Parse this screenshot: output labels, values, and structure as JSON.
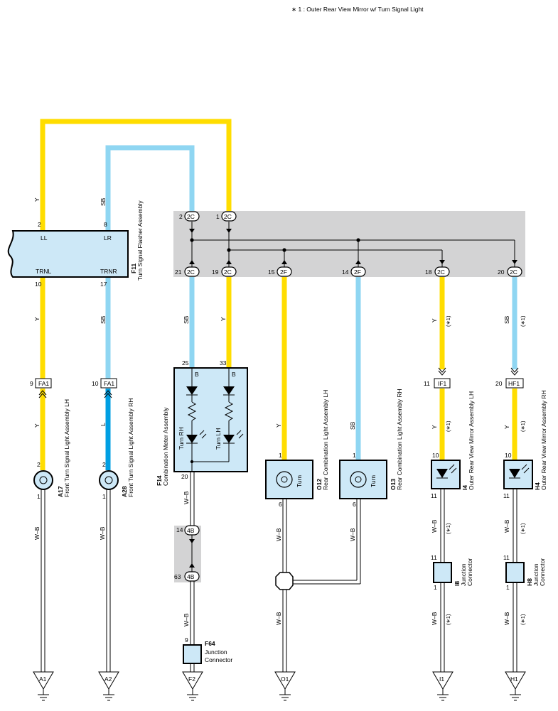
{
  "footnote": "∗ 1 : Outer Rear View Mirror w/ Turn Signal Light",
  "flasher": {
    "code": "F11",
    "name": "Turn Signal Flasher Assembly",
    "pin_ll_num": "2",
    "pin_ll": "LL",
    "pin_lr_num": "8",
    "pin_lr": "LR",
    "pin_trnl_num": "10",
    "pin_trnl": "TRNL",
    "pin_trnr_num": "17",
    "pin_trnr": "TRNR"
  },
  "wire_labels": {
    "y": "Y",
    "sb": "SB",
    "l": "L",
    "wb": "W–B",
    "star1": "(∗1)"
  },
  "junction_block_top": [
    {
      "pin": "2",
      "conn": "2C"
    },
    {
      "pin": "1",
      "conn": "2C"
    }
  ],
  "junction_block_bottom": [
    {
      "pin": "21",
      "conn": "2C"
    },
    {
      "pin": "19",
      "conn": "2C"
    },
    {
      "pin": "15",
      "conn": "2F"
    },
    {
      "pin": "14",
      "conn": "2F"
    },
    {
      "pin": "18",
      "conn": "2C"
    },
    {
      "pin": "20",
      "conn": "2C"
    }
  ],
  "connectors": {
    "fa1_lh": {
      "pin": "9",
      "label": "FA1"
    },
    "fa1_rh": {
      "pin": "10",
      "label": "FA1"
    },
    "if1": {
      "pin": "11",
      "label": "IF1"
    },
    "hf1": {
      "pin": "20",
      "label": "HF1"
    }
  },
  "lamps": {
    "a17": {
      "code": "A17",
      "name": "Front Turn Signal Light Assembly LH",
      "pin_top": "2",
      "pin_bottom": "1"
    },
    "a28": {
      "code": "A28",
      "name": "Front Turn Signal Light Assembly RH",
      "pin_top": "2",
      "pin_bottom": "1"
    },
    "o12": {
      "code": "O12",
      "name": "Rear Combination Light Assembly LH",
      "pin_top": "1",
      "pin_bottom": "6",
      "inner": "Turn"
    },
    "o13": {
      "code": "O13",
      "name": "Rear Combination Light Assembly RH",
      "pin_top": "1",
      "pin_bottom": "6",
      "inner": "Turn"
    },
    "i4": {
      "code": "I4",
      "name": "Outer Rear View Mirror Assembly LH",
      "pin_top": "10",
      "pin_bottom": "11"
    },
    "h4": {
      "code": "H4",
      "name": "Outer Rear View Mirror Assembly RH",
      "pin_top": "10",
      "pin_bottom": "11"
    }
  },
  "meter": {
    "code": "F14",
    "name": "Combination Meter Assembly",
    "pin_25": "25",
    "pin_33": "33",
    "label_b1": "B",
    "label_b2": "B",
    "turn_rh": "Turn RH",
    "turn_lh": "Turn LH",
    "pin_20": "20"
  },
  "jb_4b": {
    "pin_top": "14",
    "pin_bottom": "63",
    "conn": "4B"
  },
  "junction_connectors": {
    "f64": {
      "code": "F64",
      "name1": "Junction",
      "name2": "Connector",
      "pin": "9"
    },
    "i8": {
      "code": "I8",
      "name1": "Junction",
      "name2": "Connector",
      "pin_top": "11",
      "pin_bottom": "1"
    },
    "h8": {
      "code": "H8",
      "name1": "Junction",
      "name2": "Connector",
      "pin_top": "11",
      "pin_bottom": "1"
    }
  },
  "grounds": [
    "A1",
    "A2",
    "F2",
    "O1",
    "I1",
    "H1"
  ],
  "colors": {
    "wire_y": "#ffdd00",
    "wire_sb": "#8fd6f2",
    "wire_l": "#009fe3",
    "component_fill": "#cde8f7",
    "junction_block": "#d3d3d4"
  }
}
